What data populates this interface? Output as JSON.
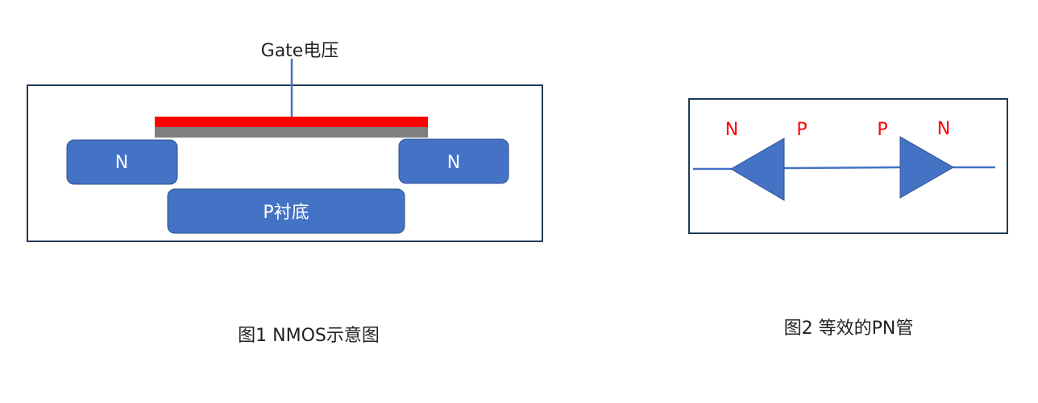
{
  "colors": {
    "frame": "#1f3a56",
    "block_fill": "#4472c4",
    "block_stroke": "#2f528f",
    "gate_red": "#ff0000",
    "gate_gray": "#7f7f7f",
    "wire": "#4472c4",
    "pn_label": "#ff0000",
    "text": "#222222",
    "block_text": "#ffffff"
  },
  "figure1": {
    "gate_label": "Gate电压",
    "source_label": "N",
    "drain_label": "N",
    "substrate_label": "P衬底",
    "caption": "图1 NMOS示意图"
  },
  "figure2": {
    "left_n": "N",
    "left_p": "P",
    "right_p": "P",
    "right_n": "N",
    "caption": "图2 等效的PN管"
  }
}
